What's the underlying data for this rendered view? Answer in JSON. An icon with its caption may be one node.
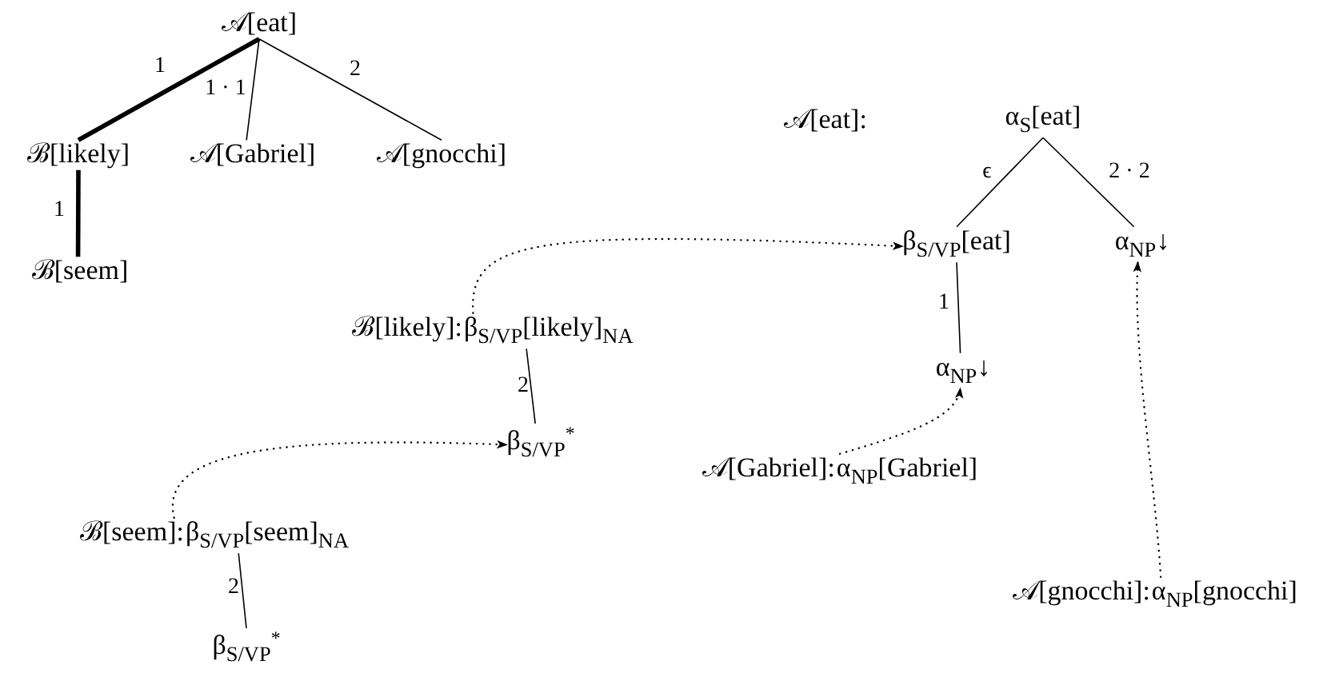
{
  "diagram": {
    "nodes": [
      {
        "text": [
          "𝒜[eat]"
        ]
      },
      {
        "text": [
          "ℬ[likely]"
        ]
      },
      {
        "text": [
          "𝒜[Gabriel]"
        ]
      },
      {
        "text": [
          "𝒜[gnocchi]"
        ]
      },
      {
        "text": [
          "ℬ[seem]"
        ]
      },
      {
        "text": [
          "ℬ[likely]:",
          "β$_{S/VP}$[likely]$_{NA}$"
        ]
      },
      {
        "text": [
          "β$_{S/VP}$$^{*}$"
        ]
      },
      {
        "text": [
          "ℬ[seem]:",
          "β$_{S/VP}$[seem]$_{NA}$"
        ]
      },
      {
        "text": [
          "β$_{S/VP}$$^{*}$"
        ]
      },
      {
        "text": [
          "α$_{S}$[eat]"
        ]
      },
      {
        "text": [
          "β$_{S/VP}$[eat]"
        ]
      },
      {
        "text": [
          "α$_{NP}$↓"
        ]
      },
      {
        "text": [
          "α$_{NP}$↓"
        ]
      },
      {
        "text": [
          "𝒜[Gabriel]:",
          "α$_{NP}$[Gabriel]"
        ]
      },
      {
        "text": [
          "𝒜[gnocchi]:",
          "α$_{NP}$[gnocchi]"
        ]
      }
    ],
    "edges": [
      {
        "from": 0,
        "to": 1,
        "arrow": "none",
        "label": "1",
        "style": "thick"
      },
      {
        "from": 0,
        "to": 2,
        "arrow": "none",
        "label": "1 · 1"
      },
      {
        "from": 0,
        "to": 3,
        "arrow": "none",
        "label": "2"
      },
      {
        "from": 1,
        "to": 4,
        "arrow": "none",
        "label": "1",
        "style": "thick"
      },
      {
        "from": 5,
        "to": 6,
        "arrow": "none",
        "label": "2"
      },
      {
        "from": 7,
        "to": 8,
        "arrow": "none",
        "label": "2"
      },
      {
        "from": 9,
        "to": 10,
        "arrow": "none",
        "label": "ϵ"
      },
      {
        "from": 9,
        "to": 11,
        "arrow": "none",
        "label": "2 · 2"
      },
      {
        "from": 10,
        "to": 12,
        "arrow": "none",
        "label": "1"
      },
      {
        "from": 5,
        "to": 10,
        "arrow": "to",
        "style": "dashed"
      },
      {
        "from": 7,
        "to": 6,
        "arrow": "to",
        "style": "dashed"
      },
      {
        "from": 13,
        "to": 12,
        "arrow": "to",
        "style": "dashed"
      },
      {
        "from": 14,
        "to": 11,
        "arrow": "to",
        "style": "dashed"
      }
    ],
    "labels": [
      "𝒜[eat]:"
    ]
  }
}
